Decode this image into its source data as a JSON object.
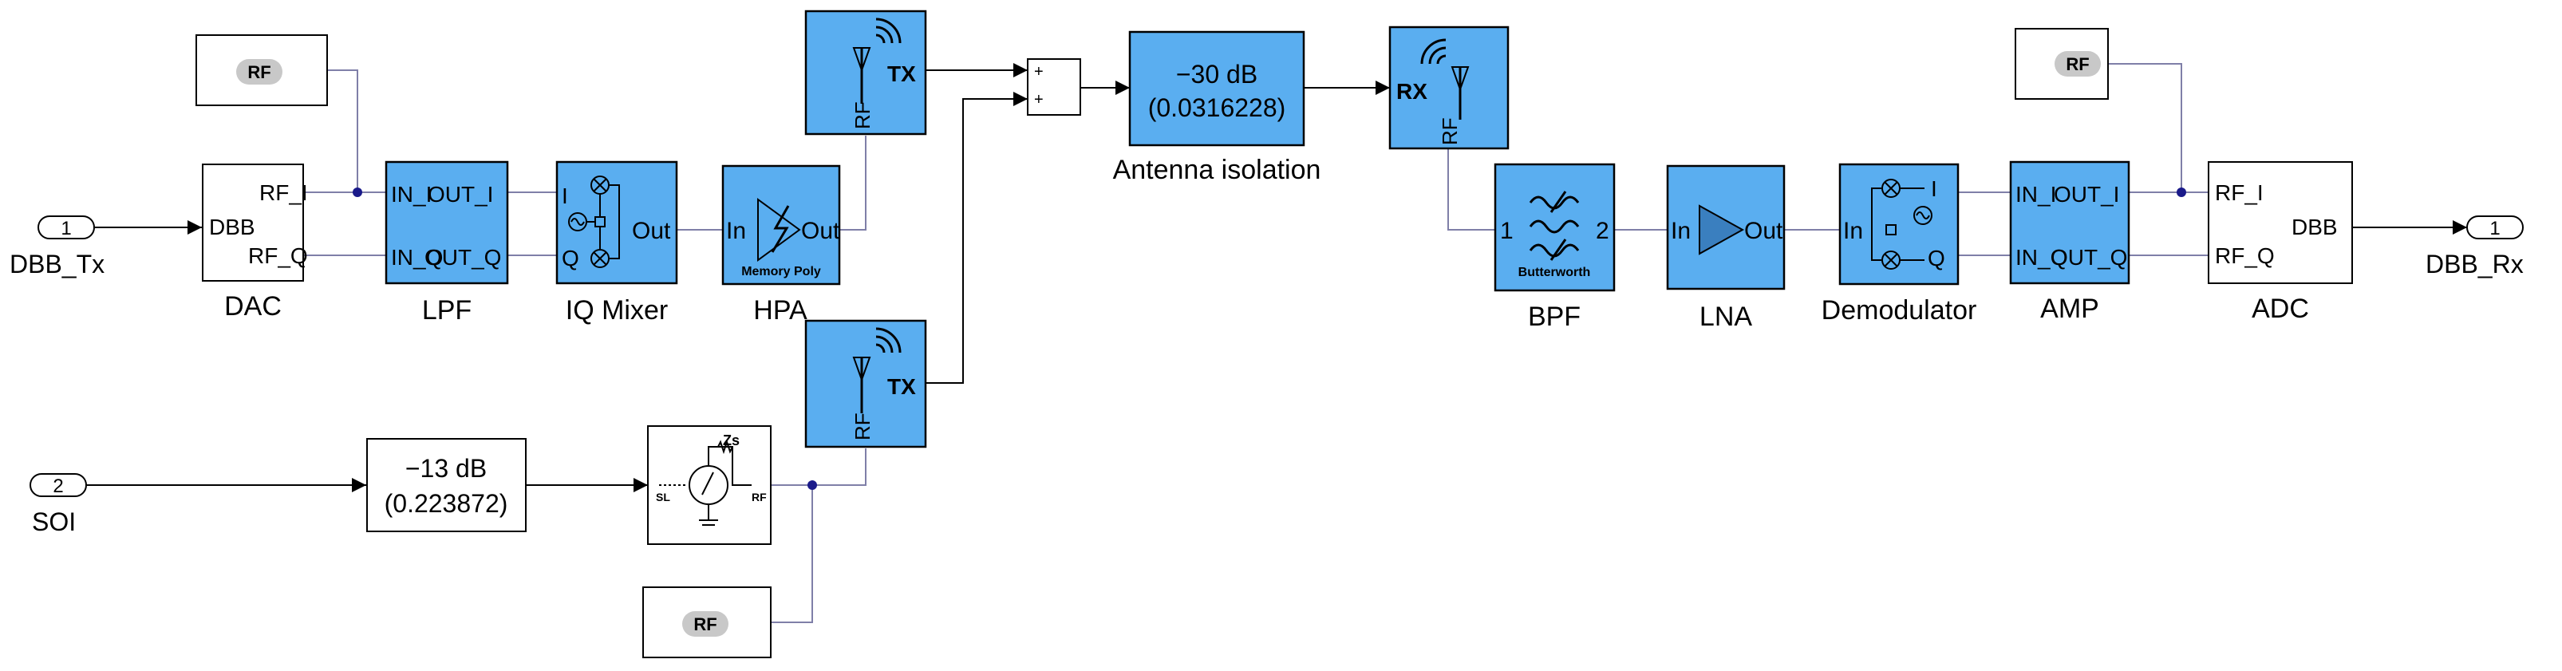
{
  "ports": {
    "in1_num": "1",
    "in1_label": "DBB_Tx",
    "in2_num": "2",
    "in2_label": "SOI",
    "out1_num": "1",
    "out1_label": "DBB_Rx"
  },
  "rf_badge": "RF",
  "dac": {
    "name": "DAC",
    "rf_i": "RF_I",
    "rf_q": "RF_Q",
    "dbb": "DBB"
  },
  "lpf": {
    "name": "LPF",
    "in_i": "IN_I",
    "out_i": "OUT_I",
    "in_q": "IN_Q",
    "out_q": "OUT_Q"
  },
  "iq_mixer": {
    "name": "IQ Mixer",
    "i": "I",
    "q": "Q",
    "out": "Out"
  },
  "hpa": {
    "name": "HPA",
    "in": "In",
    "out": "Out",
    "model": "Memory Poly"
  },
  "tx": {
    "label": "TX",
    "rf": "RF"
  },
  "sum": {
    "plus": "+"
  },
  "antenna_isolation": {
    "name": "Antenna isolation",
    "line1": "−30 dB",
    "line2": "(0.0316228)"
  },
  "rx": {
    "label": "RX",
    "rf": "RF"
  },
  "bpf": {
    "name": "BPF",
    "p1": "1",
    "p2": "2",
    "type": "Butterworth"
  },
  "lna": {
    "name": "LNA",
    "in": "In",
    "out": "Out"
  },
  "demod": {
    "name": "Demodulator",
    "in": "In",
    "i": "I",
    "q": "Q"
  },
  "amp": {
    "name": "AMP",
    "in_i": "IN_I",
    "out_i": "OUT_I",
    "in_q": "IN_Q",
    "out_q": "OUT_Q"
  },
  "adc": {
    "name": "ADC",
    "rf_i": "RF_I",
    "rf_q": "RF_Q",
    "dbb": "DBB"
  },
  "soi_gain": {
    "line1": "−13 dB",
    "line2": "(0.223872)"
  },
  "source": {
    "zs": "Zs",
    "sl": "SL",
    "rf": "RF"
  }
}
